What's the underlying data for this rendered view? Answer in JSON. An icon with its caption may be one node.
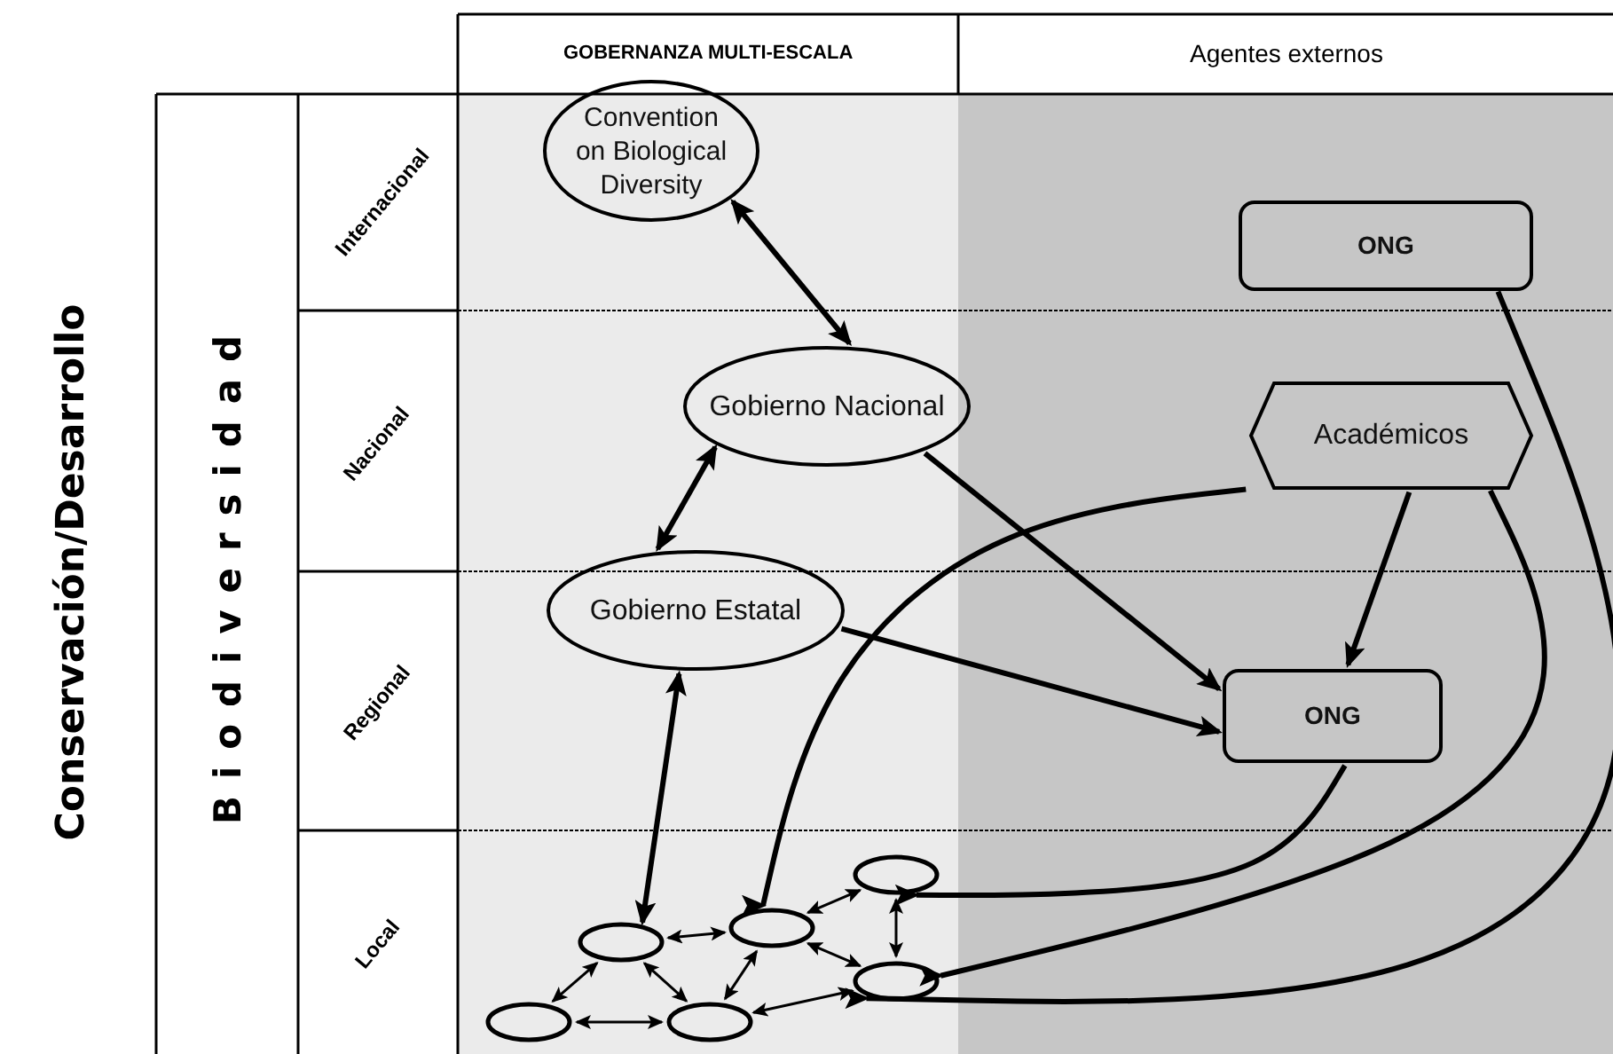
{
  "diagram": {
    "nodes": [
      {
        "text": [
          "Convention on Biological Diversity"
        ]
      },
      {
        "text": [
          "ONG"
        ]
      },
      {
        "text": [
          "Gobierno Nacional"
        ]
      },
      {
        "text": [
          "Académicos"
        ]
      },
      {
        "text": [
          "Gobierno Estatal"
        ]
      },
      {
        "text": [
          "ONG"
        ]
      },
      {
        "text": [],
        "shape": "ellipse"
      },
      {
        "text": [],
        "shape": "ellipse"
      },
      {
        "text": [],
        "shape": "ellipse"
      },
      {
        "text": [],
        "shape": "ellipse"
      },
      {
        "text": [],
        "shape": "ellipse"
      },
      {
        "text": [],
        "shape": "ellipse"
      }
    ],
    "edges": [
      {
        "from": 0,
        "to": 2,
        "arrow": "both"
      },
      {
        "from": 2,
        "to": 4,
        "arrow": "both"
      },
      {
        "from": 4,
        "to": 7,
        "arrow": "both"
      },
      {
        "from": 2,
        "to": 5,
        "arrow": "to"
      },
      {
        "from": 4,
        "to": 5,
        "arrow": "to"
      },
      {
        "from": 3,
        "to": 5,
        "arrow": "to"
      },
      {
        "from": 3,
        "to": 9,
        "arrow": "to"
      },
      {
        "from": 5,
        "to": 10,
        "arrow": "to"
      },
      {
        "from": 3,
        "to": 11,
        "arrow": "to"
      },
      {
        "from": 1,
        "to": 11,
        "arrow": "to"
      },
      {
        "from": 6,
        "to": 7,
        "arrow": "both"
      },
      {
        "from": 6,
        "to": 8,
        "arrow": "both"
      },
      {
        "from": 7,
        "to": 9,
        "arrow": "both"
      },
      {
        "from": 7,
        "to": 8,
        "arrow": "both"
      },
      {
        "from": 8,
        "to": 9,
        "arrow": "both"
      },
      {
        "from": 9,
        "to": 10,
        "arrow": "both"
      },
      {
        "from": 9,
        "to": 11,
        "arrow": "both"
      },
      {
        "from": 10,
        "to": 11,
        "arrow": "both"
      },
      {
        "from": 11,
        "to": 8,
        "arrow": "both"
      }
    ],
    "labels": [
      "GOBERNANZA MULTI-ESCALA",
      "Agentes externos",
      "Conservación/Desarrollo",
      "Biodiversidad",
      "Internacional",
      "Nacional",
      "Regional",
      "Local"
    ]
  }
}
